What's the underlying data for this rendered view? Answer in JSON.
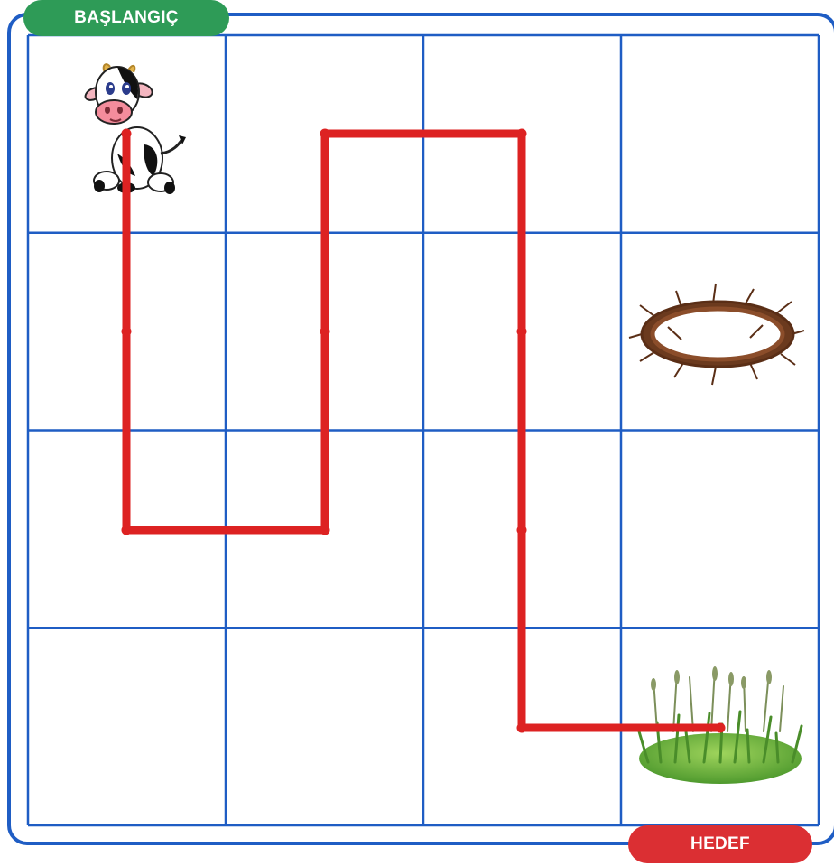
{
  "labels": {
    "start": "BAŞLANGIÇ",
    "goal": "HEDEF"
  },
  "grid": {
    "rows": 4,
    "columns": 4
  },
  "cells": {
    "cow": {
      "row": 1,
      "col": 1,
      "icon": "cow-icon"
    },
    "thorns": {
      "row": 2,
      "col": 4,
      "icon": "thorn-crown-icon"
    },
    "grass": {
      "row": 4,
      "col": 4,
      "icon": "grass-icon"
    }
  },
  "path": {
    "color": "#dd2222",
    "points": [
      [
        1,
        1
      ],
      [
        2,
        1
      ],
      [
        3,
        1
      ],
      [
        3,
        2
      ],
      [
        2,
        2
      ],
      [
        1,
        2
      ],
      [
        1,
        3
      ],
      [
        2,
        3
      ],
      [
        3,
        3
      ],
      [
        4,
        3
      ],
      [
        4,
        4
      ]
    ]
  },
  "colors": {
    "grid": "#1f5dc4",
    "start_badge": "#2e9b57",
    "goal_badge": "#db2f33"
  }
}
